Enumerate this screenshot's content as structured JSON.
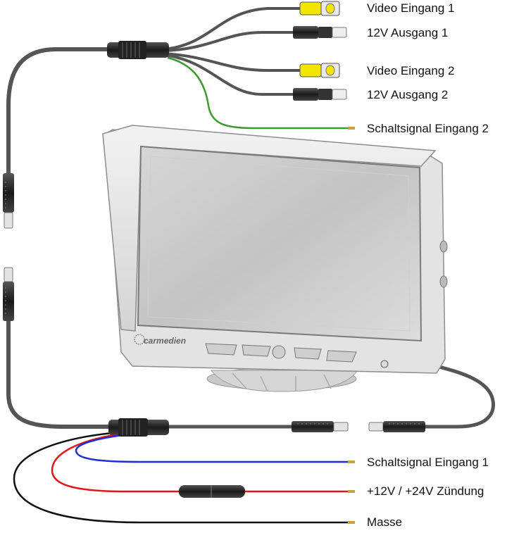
{
  "labels": {
    "video_in_1": "Video Eingang 1",
    "out_12v_1": "12V Ausgang 1",
    "video_in_2": "Video Eingang 2",
    "out_12v_2": "12V Ausgang 2",
    "switch_in_2": "Schaltsignal Eingang 2",
    "switch_in_1": "Schaltsignal Eingang 1",
    "ignition": "+12V / +24V Zündung",
    "ground": "Masse"
  },
  "brand": "carmedien",
  "colors": {
    "cable_gray": "#555555",
    "video_yellow": "#f2e600",
    "switch_green": "#3a9a2a",
    "switch_blue": "#1f2fd6",
    "ignition_red": "#e01818",
    "ground_black": "#111111"
  }
}
